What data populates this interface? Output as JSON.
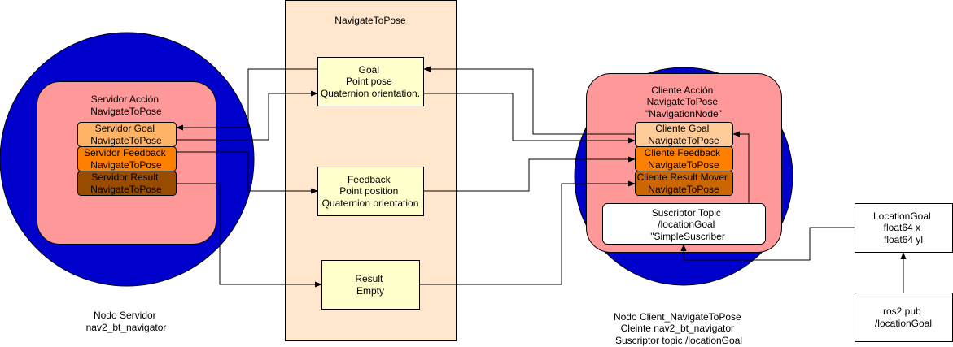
{
  "colors": {
    "circle_fill": "#0000cc",
    "node_fill": "#ff9999",
    "band_fill": "#ffe6cc",
    "msg_fill": "#ffffcc",
    "goal_fill": "#ffb366",
    "feedback_fill": "#ff8000",
    "result_server_fill": "#994c00",
    "result_client_fill": "#cc6600",
    "client_goal_fill": "#ffcc99",
    "white": "#ffffff"
  },
  "navigate_to_pose": {
    "title": "NavigateToPose"
  },
  "messages": {
    "goal": [
      "Goal",
      "Point pose",
      "Quaternion orientation."
    ],
    "feedback": [
      "Feedback",
      "Point position",
      "Quaternion orientation"
    ],
    "result": [
      "Result",
      "Empty"
    ]
  },
  "server": {
    "node_lines": [
      "Servidor Acción",
      "NavigateToPose"
    ],
    "goal": [
      "Servidor Goal",
      "NavigateToPose"
    ],
    "feedback": [
      "Servidor Feedback",
      "NavigateToPose"
    ],
    "result": [
      "Servidor Result",
      "NavigateToPose"
    ],
    "caption": [
      "Nodo Servidor",
      "nav2_bt_navigator"
    ]
  },
  "client": {
    "node_lines": [
      "Cliente Acción",
      "NavigateToPose",
      "\"NavigationNode\""
    ],
    "goal": [
      "Cliente Goal",
      "NavigateToPose"
    ],
    "feedback": [
      "Cliente Feedback",
      "NavigateToPose"
    ],
    "result": [
      "Cliente Result Mover",
      "NavigateToPose"
    ],
    "subscriber": [
      "Suscriptor Topic",
      "/locationGoal",
      "\"SimpleSuscriber"
    ],
    "caption": [
      "Nodo Client_NavigateToPose",
      "Cleinte nav2_bt_navigator",
      "Suscriptor topic /locationGoal"
    ]
  },
  "location_goal": [
    "LocationGoal",
    "float64 x",
    "float64 yl"
  ],
  "ros2_pub": [
    "ros2 pub",
    "/locationGoal"
  ]
}
